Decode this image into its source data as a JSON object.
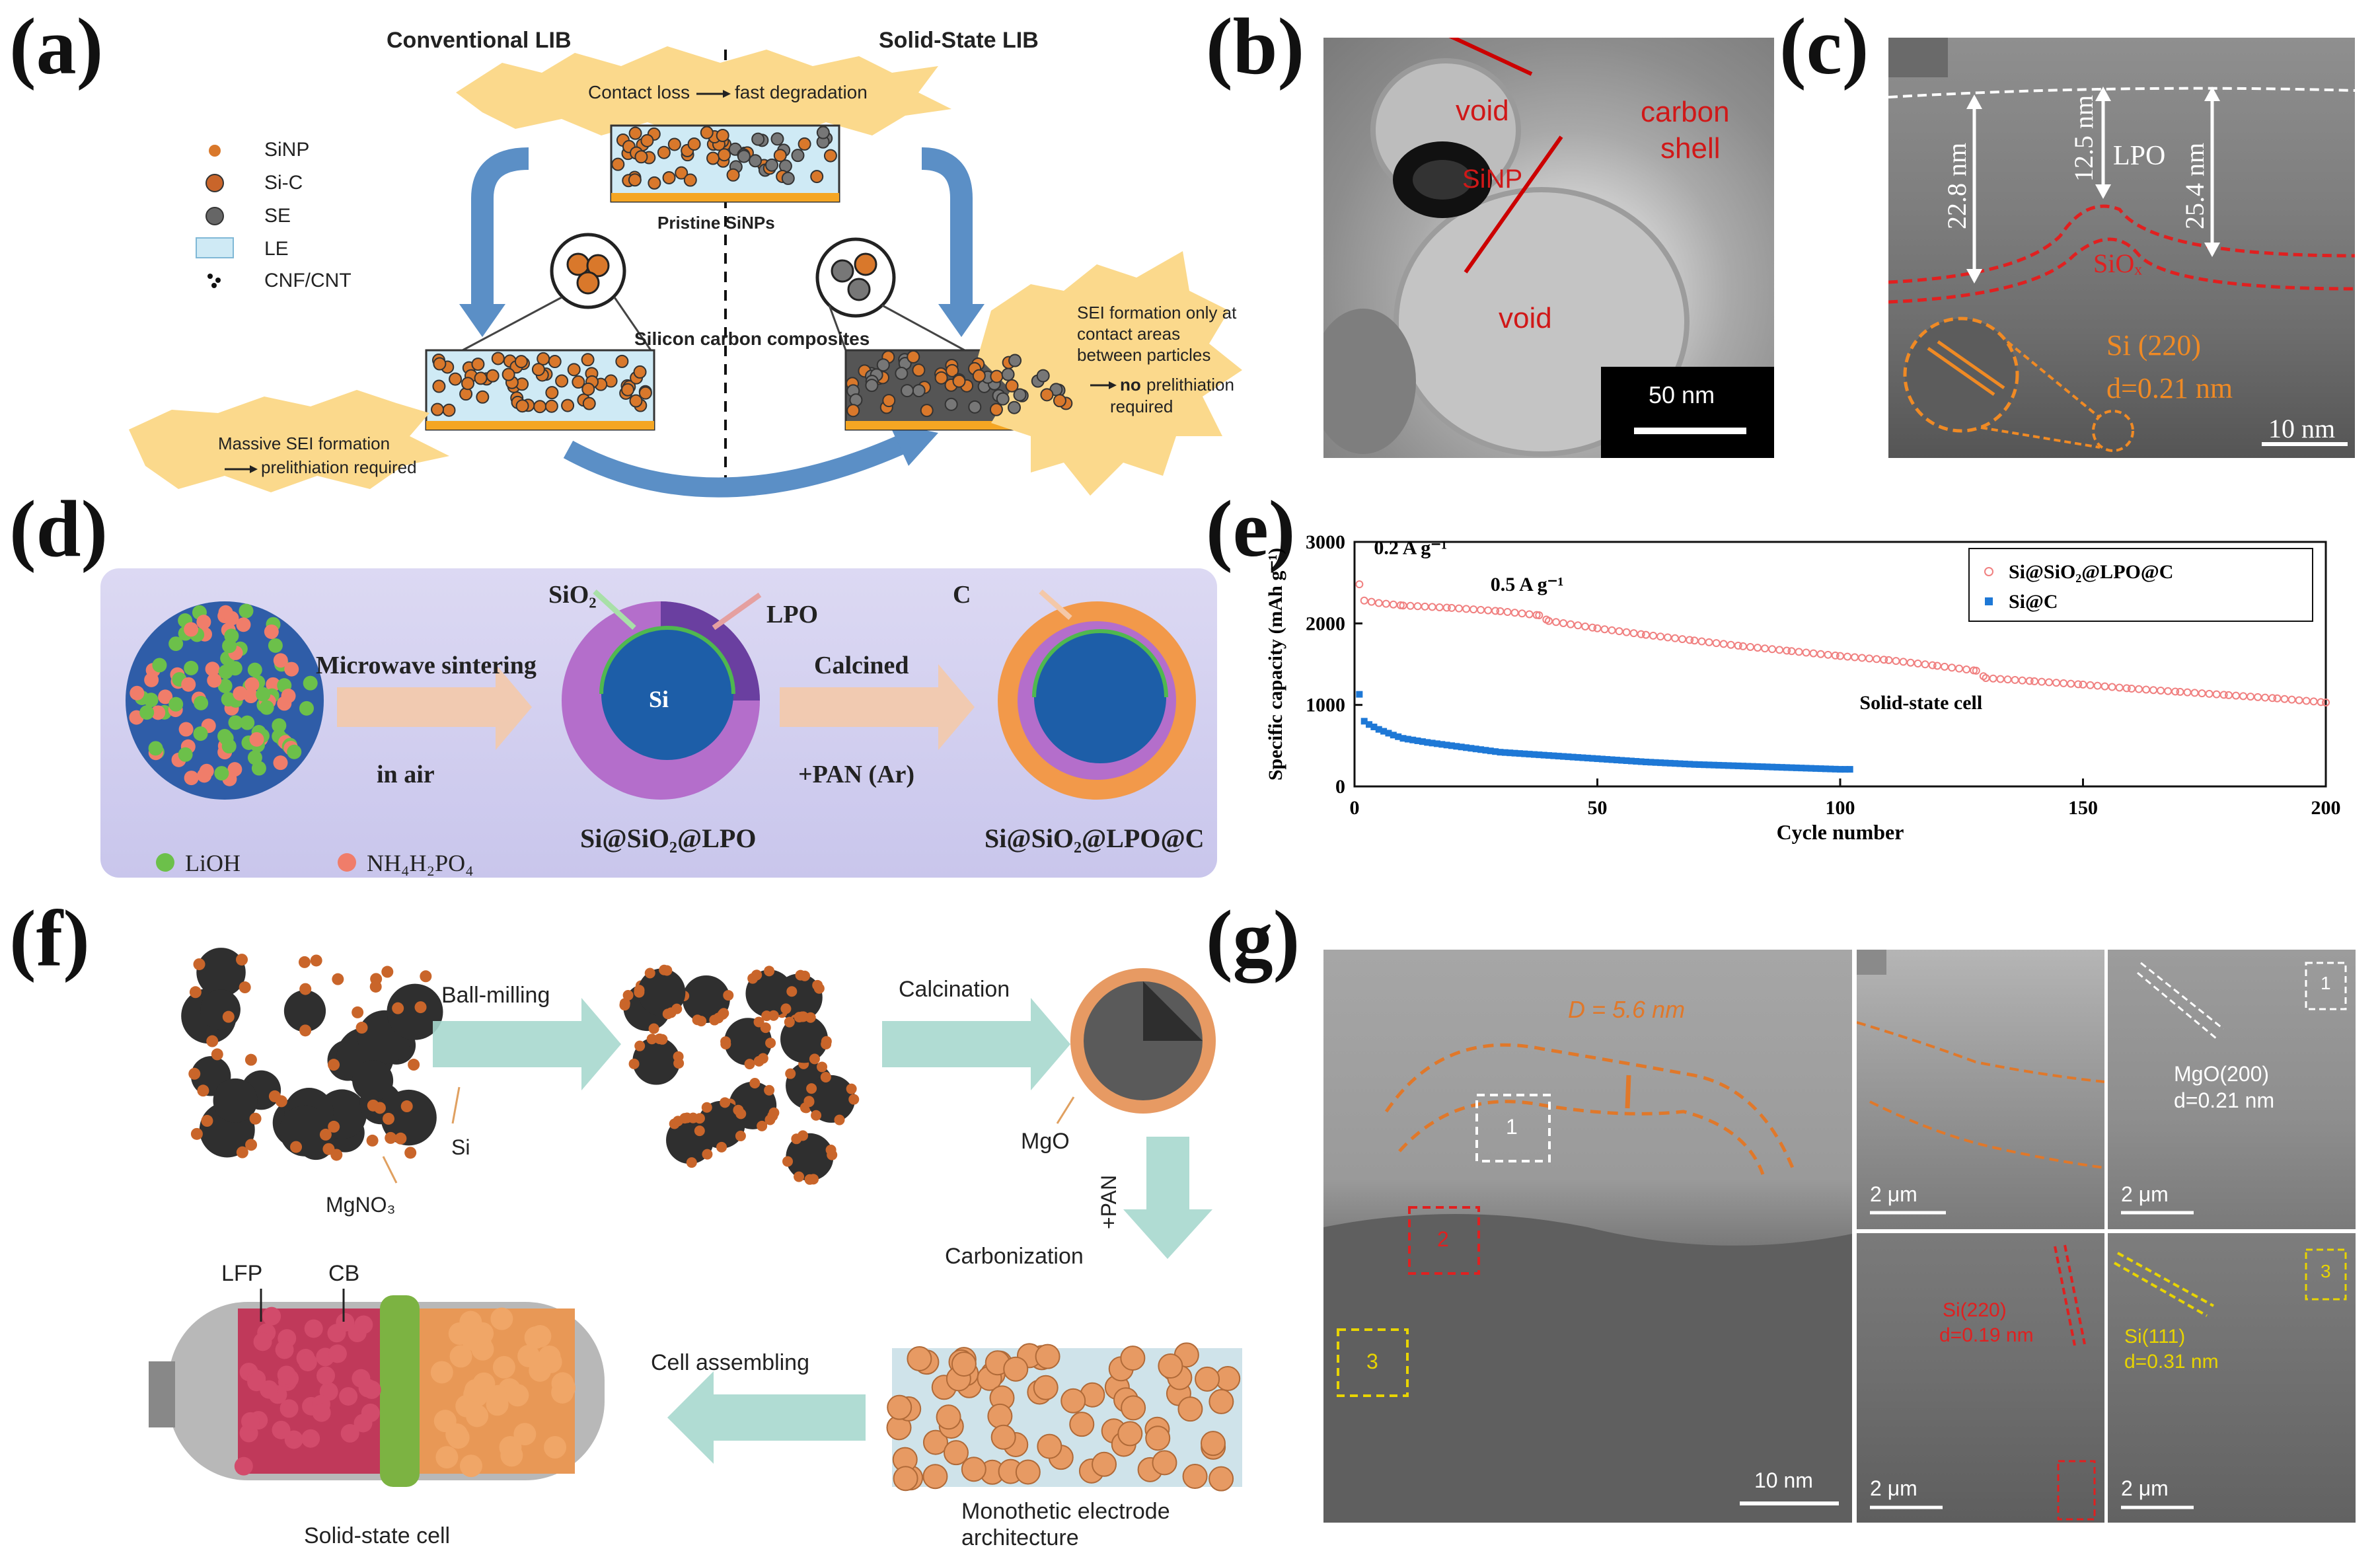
{
  "panels": {
    "a": {
      "letter": "(a)",
      "title_left": "Conventional LIB",
      "title_right": "Solid-State LIB",
      "legend": [
        "SiNP",
        "Si-C",
        "SE",
        "LE",
        "CNF/CNT"
      ],
      "colors": {
        "sinp": "#d9782b",
        "sic": "#c9652a",
        "se": "#666666",
        "le": "#cfeaf5",
        "burst": "#fbd98c",
        "arrow": "#5b8fc6",
        "bar": "#f5a623"
      },
      "burst_top": [
        "Contact loss",
        "fast degradation"
      ],
      "pristine_label": "Pristine SiNPs",
      "composite_label": "Silicon carbon composites",
      "left_burst": [
        "Massive SEI formation",
        "prelithiation required"
      ],
      "right_burst": [
        "SEI formation only at",
        "contact areas",
        "between particles",
        "no",
        "prelithiation",
        "required"
      ]
    },
    "b": {
      "letter": "(b)",
      "labels": [
        "void",
        "SiNP",
        "void",
        "carbon",
        "shell"
      ],
      "scale": "50 nm"
    },
    "c": {
      "letter": "(c)",
      "dims": [
        "22.8 nm",
        "12.5 nm",
        "25.4 nm"
      ],
      "lpo": "LPO",
      "sio": "SiOₓ",
      "si_plane": "Si (220)",
      "d_spacing": "d=0.21 nm",
      "scale": "10 nm"
    },
    "d": {
      "letter": "(d)",
      "step1_top": "Microwave sintering",
      "step1_bottom": "in air",
      "step2_top": "Calcined",
      "step2_bottom": "+PAN (Ar)",
      "sio2": "SiO₂",
      "lpo": "LPO",
      "si": "Si",
      "c": "C",
      "product1": "Si@SiO₂@LPO",
      "product2": "Si@SiO₂@LPO@C",
      "legend1": "LiOH",
      "legend2": "NH₄H₂PO₄"
    },
    "e": {
      "letter": "(e)",
      "annot_rate1": "0.2 A g⁻¹",
      "annot_rate2": "0.5 A g⁻¹",
      "annot_cell": "Solid-state cell"
    },
    "f": {
      "letter": "(f)",
      "ball_milling": "Ball-milling",
      "calcination": "Calcination",
      "mgo": "MgO",
      "pan": "+PAN",
      "si": "Si",
      "mgno3": "MgNO₃",
      "carbonization": "Carbonization",
      "cell_assembling": "Cell assembling",
      "lfp": "LFP",
      "cb": "CB",
      "solid_state_cell": "Solid-state cell",
      "electrode": [
        "Monothetic electrode",
        "architecture"
      ]
    },
    "g": {
      "letter": "(g)",
      "thickness": "D = 5.6 nm",
      "boxes": [
        "1",
        "2",
        "3"
      ],
      "mgo_plane": [
        "MgO(200)",
        "d=0.21 nm"
      ],
      "si220": [
        "Si(220)",
        "d=0.19 nm"
      ],
      "si111": [
        "Si(111)",
        "d=0.31 nm"
      ],
      "scale_main": "10 nm",
      "scale_inset": "2 μm"
    }
  },
  "chart_data": {
    "type": "scatter",
    "title": "",
    "xlabel": "Cycle number",
    "ylabel": "Specific capacity (mAh g⁻¹)",
    "xlim": [
      0,
      200
    ],
    "ylim": [
      0,
      3000
    ],
    "xticks": [
      0,
      50,
      100,
      150,
      200
    ],
    "yticks": [
      0,
      1000,
      2000,
      3000
    ],
    "legend_position": "top-right",
    "series": [
      {
        "name": "Si@SiO₂@LPO@C",
        "color": "#f08080",
        "x": [
          1,
          2,
          5,
          10,
          20,
          30,
          38,
          40,
          50,
          60,
          70,
          80,
          90,
          100,
          110,
          120,
          128,
          130,
          140,
          150,
          160,
          170,
          180,
          190,
          200
        ],
        "y": [
          2480,
          2280,
          2250,
          2220,
          2190,
          2150,
          2100,
          2030,
          1940,
          1860,
          1790,
          1720,
          1660,
          1600,
          1550,
          1480,
          1420,
          1330,
          1290,
          1250,
          1200,
          1160,
          1120,
          1080,
          1030
        ]
      },
      {
        "name": "Si@C",
        "color": "#1e78d6",
        "x": [
          1,
          2,
          3,
          5,
          8,
          10,
          15,
          20,
          30,
          40,
          50,
          60,
          70,
          80,
          90,
          100,
          102
        ],
        "y": [
          1130,
          800,
          760,
          700,
          630,
          590,
          540,
          500,
          420,
          380,
          340,
          300,
          270,
          250,
          230,
          210,
          210
        ]
      }
    ]
  }
}
